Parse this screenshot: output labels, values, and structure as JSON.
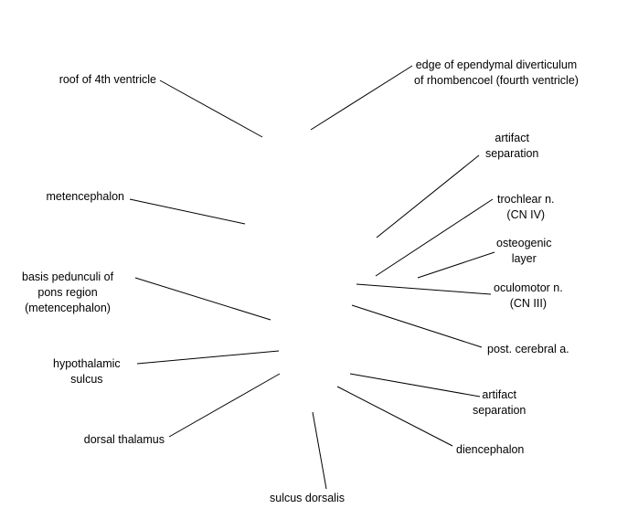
{
  "labels": {
    "roof_4th_ventricle": [
      "roof of 4th ventricle"
    ],
    "edge_ependymal": [
      "edge of ependymal diverticulum",
      "of rhombencoel (fourth ventricle)"
    ],
    "artifact_top": [
      "artifact",
      "separation"
    ],
    "metencephalon": [
      "metencephalon"
    ],
    "trochlear": [
      "trochlear n.",
      "(CN IV)"
    ],
    "osteogenic": [
      "osteogenic",
      "layer"
    ],
    "basis_pedunculi": [
      "basis pedunculi of",
      "pons region",
      "(metencephalon)"
    ],
    "oculomotor": [
      "oculomotor n.",
      "(CN III)"
    ],
    "post_cerebral": [
      "post. cerebral a."
    ],
    "hypothalamic": [
      "hypothalamic",
      "sulcus"
    ],
    "artifact_bottom": [
      "artifact",
      "separation"
    ],
    "dorsal_thalamus": [
      "dorsal thalamus"
    ],
    "diencephalon": [
      "diencephalon"
    ],
    "sulcus_dorsalis": [
      "sulcus dorsalis"
    ]
  },
  "colors": {
    "background": "#ffffff",
    "text": "#000000",
    "leader_line": "#000000"
  }
}
